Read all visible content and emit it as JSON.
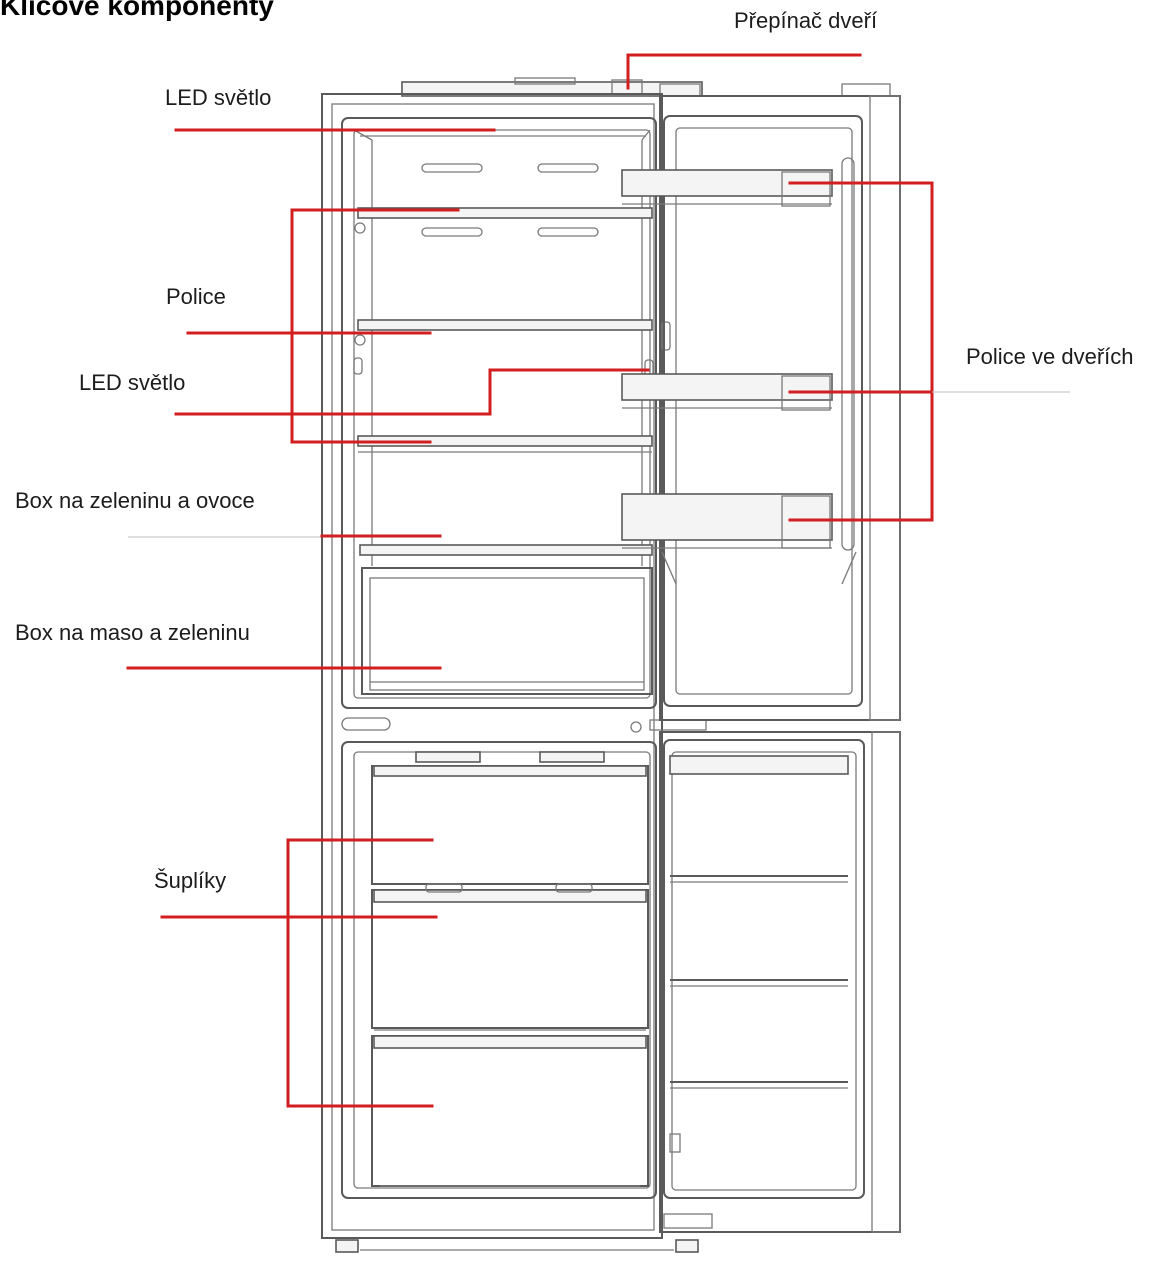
{
  "title": "Klíčové komponenty",
  "labels": {
    "door_switch": "Přepínač dveří",
    "led_light_top": "LED světlo",
    "shelves": "Police",
    "led_light_middle": "LED světlo",
    "fruit_veg_box": "Box na zeleninu a ovoce",
    "meat_veg_box": "Box na maso a zeleninu",
    "drawers": "Šuplíky",
    "door_shelves": "Police ve dveřích"
  },
  "colors": {
    "leader_line": "#d21e1e",
    "drawing_line": "#5a5a5a",
    "text": "#1c1c1c"
  }
}
